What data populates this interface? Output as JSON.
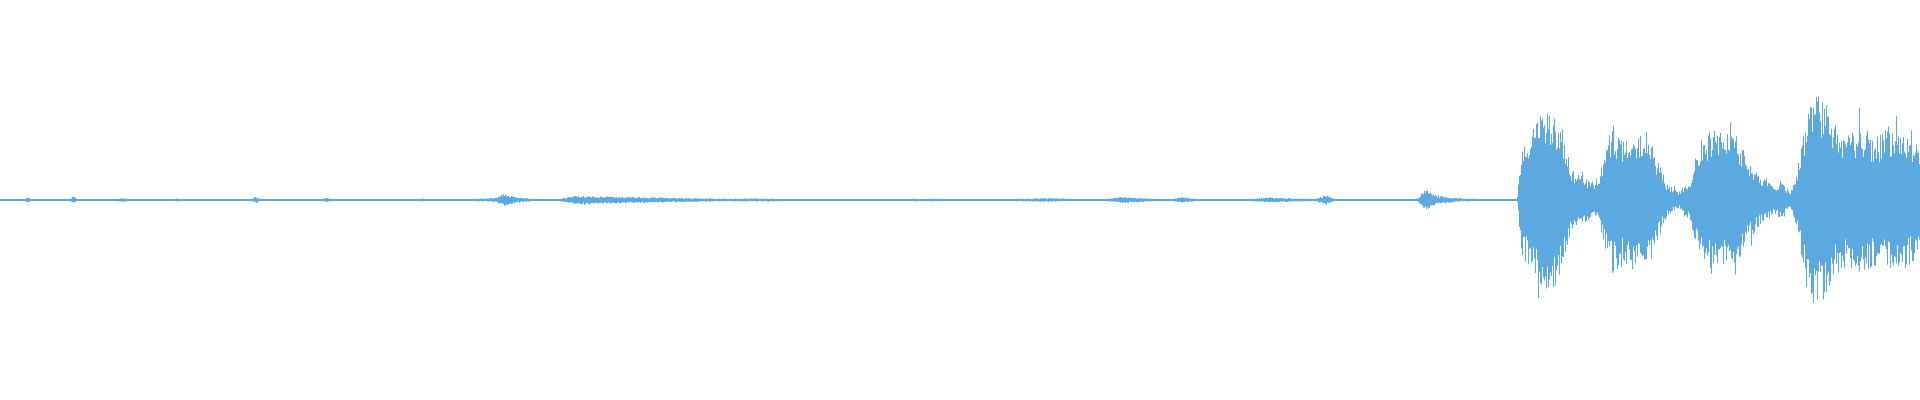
{
  "waveform": {
    "color": "#5ca8e0",
    "background": "#ffffff",
    "amplitude_envelope": [
      [
        0.0,
        0.004
      ],
      [
        0.012,
        0.008
      ],
      [
        0.014,
        0.03
      ],
      [
        0.016,
        0.008
      ],
      [
        0.036,
        0.006
      ],
      [
        0.038,
        0.035
      ],
      [
        0.04,
        0.008
      ],
      [
        0.06,
        0.006
      ],
      [
        0.064,
        0.02
      ],
      [
        0.068,
        0.006
      ],
      [
        0.09,
        0.006
      ],
      [
        0.092,
        0.02
      ],
      [
        0.095,
        0.006
      ],
      [
        0.13,
        0.006
      ],
      [
        0.133,
        0.03
      ],
      [
        0.136,
        0.006
      ],
      [
        0.165,
        0.006
      ],
      [
        0.17,
        0.018
      ],
      [
        0.175,
        0.006
      ],
      [
        0.21,
        0.006
      ],
      [
        0.22,
        0.012
      ],
      [
        0.235,
        0.008
      ],
      [
        0.245,
        0.01
      ],
      [
        0.258,
        0.02
      ],
      [
        0.262,
        0.06
      ],
      [
        0.268,
        0.03
      ],
      [
        0.278,
        0.01
      ],
      [
        0.29,
        0.008
      ],
      [
        0.3,
        0.04
      ],
      [
        0.32,
        0.03
      ],
      [
        0.34,
        0.025
      ],
      [
        0.36,
        0.018
      ],
      [
        0.38,
        0.012
      ],
      [
        0.395,
        0.016
      ],
      [
        0.41,
        0.01
      ],
      [
        0.44,
        0.008
      ],
      [
        0.46,
        0.008
      ],
      [
        0.485,
        0.014
      ],
      [
        0.5,
        0.008
      ],
      [
        0.525,
        0.01
      ],
      [
        0.545,
        0.018
      ],
      [
        0.56,
        0.01
      ],
      [
        0.575,
        0.01
      ],
      [
        0.585,
        0.03
      ],
      [
        0.6,
        0.012
      ],
      [
        0.61,
        0.01
      ],
      [
        0.616,
        0.03
      ],
      [
        0.622,
        0.01
      ],
      [
        0.65,
        0.01
      ],
      [
        0.66,
        0.025
      ],
      [
        0.675,
        0.015
      ],
      [
        0.685,
        0.01
      ],
      [
        0.69,
        0.05
      ],
      [
        0.695,
        0.01
      ],
      [
        0.72,
        0.01
      ],
      [
        0.735,
        0.008
      ],
      [
        0.738,
        0.015
      ],
      [
        0.742,
        0.1
      ],
      [
        0.748,
        0.04
      ],
      [
        0.76,
        0.015
      ],
      [
        0.775,
        0.008
      ],
      [
        0.785,
        0.005
      ],
      [
        0.79,
        0.008
      ],
      [
        0.792,
        0.5
      ],
      [
        0.796,
        0.65
      ],
      [
        0.8,
        0.75
      ],
      [
        0.806,
        0.9
      ],
      [
        0.812,
        0.78
      ],
      [
        0.818,
        0.3
      ],
      [
        0.826,
        0.2
      ],
      [
        0.832,
        0.16
      ],
      [
        0.836,
        0.5
      ],
      [
        0.84,
        0.7
      ],
      [
        0.846,
        0.6
      ],
      [
        0.852,
        0.7
      ],
      [
        0.858,
        0.65
      ],
      [
        0.862,
        0.45
      ],
      [
        0.868,
        0.15
      ],
      [
        0.874,
        0.08
      ],
      [
        0.88,
        0.2
      ],
      [
        0.886,
        0.6
      ],
      [
        0.892,
        0.7
      ],
      [
        0.898,
        0.65
      ],
      [
        0.904,
        0.6
      ],
      [
        0.91,
        0.4
      ],
      [
        0.918,
        0.2
      ],
      [
        0.924,
        0.12
      ],
      [
        0.928,
        0.2
      ],
      [
        0.932,
        0.06
      ],
      [
        0.936,
        0.3
      ],
      [
        0.94,
        0.8
      ],
      [
        0.944,
        1.0
      ],
      [
        0.948,
        0.95
      ],
      [
        0.952,
        0.9
      ],
      [
        0.956,
        0.7
      ],
      [
        0.96,
        0.65
      ],
      [
        0.966,
        0.7
      ],
      [
        0.972,
        0.65
      ],
      [
        0.978,
        0.6
      ],
      [
        0.984,
        0.7
      ],
      [
        0.99,
        0.65
      ],
      [
        0.996,
        0.6
      ],
      [
        1.0,
        0.5
      ]
    ]
  }
}
